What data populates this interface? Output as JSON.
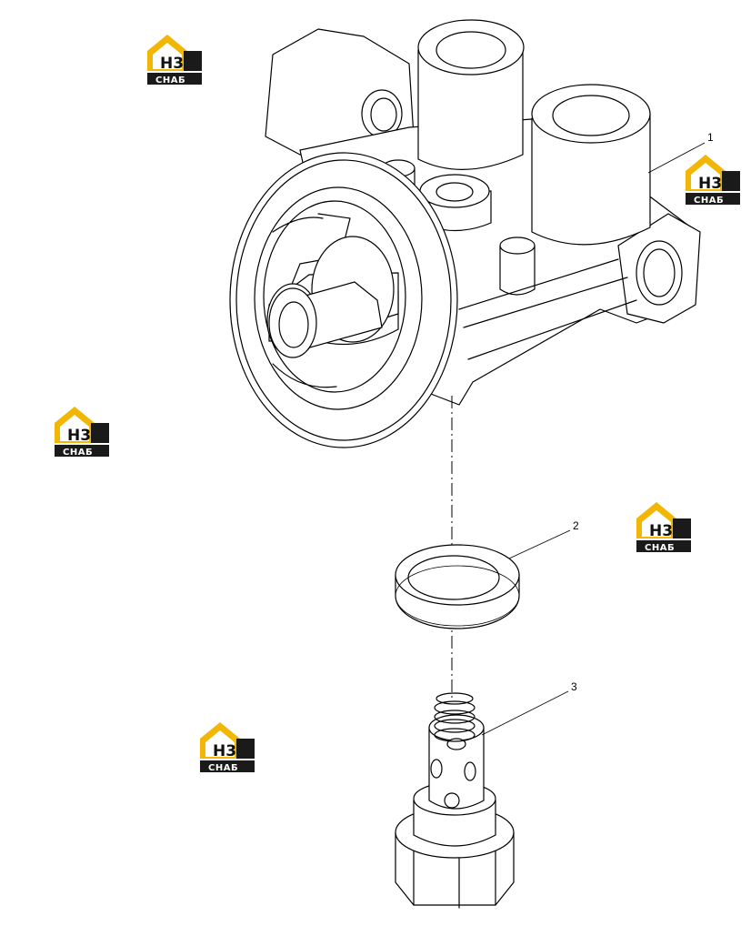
{
  "diagram": {
    "callouts": [
      {
        "id": "1",
        "label": "1"
      },
      {
        "id": "2",
        "label": "2"
      },
      {
        "id": "3",
        "label": "3"
      }
    ]
  },
  "watermark": {
    "top_text": "H3",
    "bottom_text": "СНАБ",
    "colors": {
      "house": "#f2b705",
      "badge": "#1a1a1a",
      "letters": "#111111"
    }
  },
  "colors": {
    "line": "#000000",
    "background": "#ffffff"
  }
}
